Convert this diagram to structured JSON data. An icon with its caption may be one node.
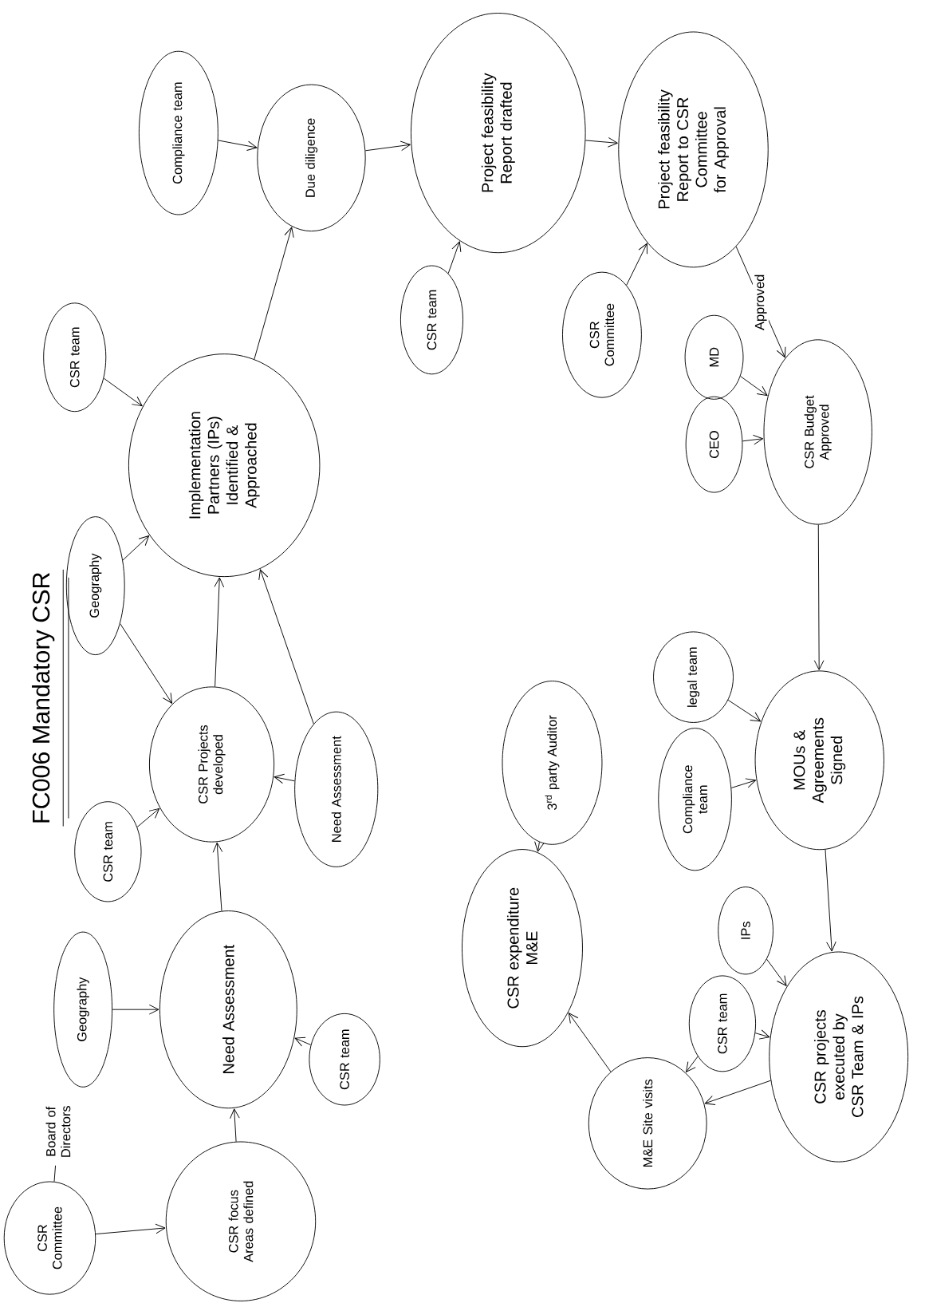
{
  "diagram": {
    "title": "FC006 Mandatory CSR",
    "nodes": [
      {
        "text": [
          "CSR Committee"
        ]
      },
      {
        "text": [
          "Board of Directors"
        ]
      },
      {
        "text": [
          "CSR focus Areas defined"
        ]
      },
      {
        "text": [
          "Geography"
        ]
      },
      {
        "text": [
          "Need Assessment"
        ]
      },
      {
        "text": [
          "CSR team"
        ]
      },
      {
        "text": [
          "CSR team"
        ]
      },
      {
        "text": [
          "Geography"
        ]
      },
      {
        "text": [
          "CSR Projects developed"
        ]
      },
      {
        "text": [
          "Need Assessment"
        ]
      },
      {
        "text": [
          "CSR team"
        ]
      },
      {
        "text": [
          "Implementation Partners (IPs) Identified & Approached"
        ]
      },
      {
        "text": [
          "Compliance team"
        ]
      },
      {
        "text": [
          "Due diligence"
        ]
      },
      {
        "text": [
          "Project feasibility Report drafted"
        ]
      },
      {
        "text": [
          "CSR team"
        ]
      },
      {
        "text": [
          "Project feasibility Report to CSR Committee for Approval"
        ]
      },
      {
        "text": [
          "CSR Committee"
        ]
      },
      {
        "text": [
          "MD"
        ]
      },
      {
        "text": [
          "CEO"
        ]
      },
      {
        "text": [
          "CSR Budget Approved"
        ]
      },
      {
        "text": [
          "legal team"
        ]
      },
      {
        "text": [
          "Compliance team"
        ]
      },
      {
        "text": [
          "MOUs & Agreements Signed"
        ]
      },
      {
        "text": [
          "3$^{rd}$ party Auditor"
        ]
      },
      {
        "text": [
          "CSR expenditure M&E"
        ]
      },
      {
        "text": [
          "IPs"
        ]
      },
      {
        "text": [
          "CSR team"
        ]
      },
      {
        "text": [
          "CSR projects executed by CSR Team & IPs"
        ]
      },
      {
        "text": [
          "M&E Site visits"
        ]
      }
    ],
    "edges": [
      {
        "from": 0,
        "to": 2,
        "arrow": "to"
      },
      {
        "from": 0,
        "to": 1,
        "arrow": "none"
      },
      {
        "from": 2,
        "to": 4,
        "arrow": "to"
      },
      {
        "from": 3,
        "to": 4,
        "arrow": "to"
      },
      {
        "from": 5,
        "to": 4,
        "arrow": "to"
      },
      {
        "from": 4,
        "to": 8,
        "arrow": "to"
      },
      {
        "from": 6,
        "to": 8,
        "arrow": "to"
      },
      {
        "from": 7,
        "to": 8,
        "arrow": "to"
      },
      {
        "from": 9,
        "to": 8,
        "arrow": "to"
      },
      {
        "from": 9,
        "to": 11,
        "arrow": "to"
      },
      {
        "from": 7,
        "to": 11,
        "arrow": "to"
      },
      {
        "from": 8,
        "to": 11,
        "arrow": "to"
      },
      {
        "from": 10,
        "to": 11,
        "arrow": "to"
      },
      {
        "from": 11,
        "to": 13,
        "arrow": "to"
      },
      {
        "from": 12,
        "to": 13,
        "arrow": "to"
      },
      {
        "from": 13,
        "to": 14,
        "arrow": "to"
      },
      {
        "from": 15,
        "to": 14,
        "arrow": "to"
      },
      {
        "from": 14,
        "to": 16,
        "arrow": "to"
      },
      {
        "from": 17,
        "to": 16,
        "arrow": "to"
      },
      {
        "from": 16,
        "to": 20,
        "arrow": "to",
        "label": "Approved"
      },
      {
        "from": 18,
        "to": 20,
        "arrow": "to"
      },
      {
        "from": 19,
        "to": 20,
        "arrow": "to"
      },
      {
        "from": 20,
        "to": 23,
        "arrow": "to"
      },
      {
        "from": 21,
        "to": 23,
        "arrow": "to"
      },
      {
        "from": 22,
        "to": 23,
        "arrow": "to"
      },
      {
        "from": 23,
        "to": 28,
        "arrow": "to"
      },
      {
        "from": 26,
        "to": 28,
        "arrow": "to"
      },
      {
        "from": 27,
        "to": 28,
        "arrow": "to"
      },
      {
        "from": 27,
        "to": 29,
        "arrow": "to"
      },
      {
        "from": 28,
        "to": 29,
        "arrow": "to"
      },
      {
        "from": 29,
        "to": 25,
        "arrow": "to"
      },
      {
        "from": 24,
        "to": 25,
        "arrow": "to"
      }
    ]
  }
}
